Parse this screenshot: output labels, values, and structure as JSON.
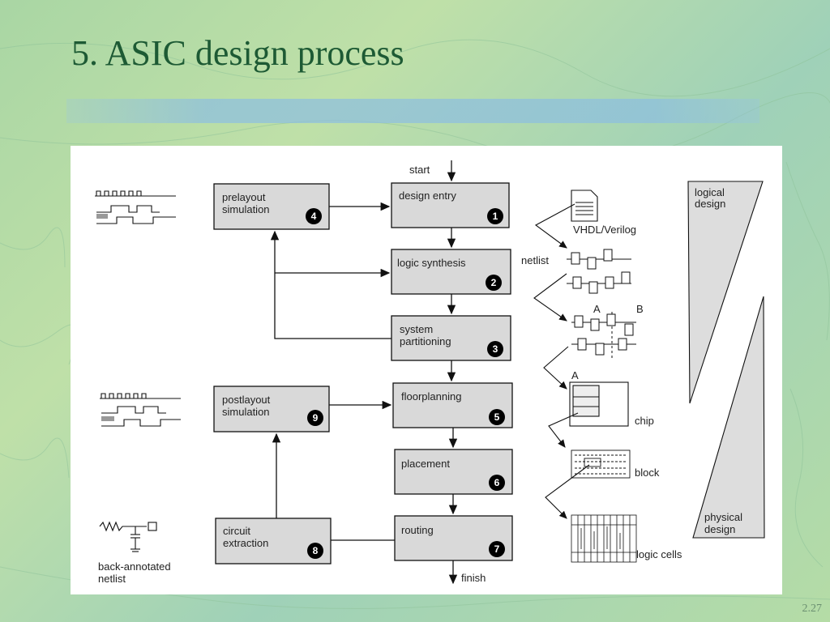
{
  "slide": {
    "title": "5. ASIC design process",
    "page_number": "2.27"
  },
  "diagram": {
    "start_label": "start",
    "finish_label": "finish",
    "steps": [
      {
        "num": "1",
        "line1": "design entry",
        "line2": ""
      },
      {
        "num": "2",
        "line1": "logic synthesis",
        "line2": ""
      },
      {
        "num": "3",
        "line1": "system",
        "line2": "partitioning"
      },
      {
        "num": "4",
        "line1": "prelayout",
        "line2": "simulation"
      },
      {
        "num": "5",
        "line1": "floorplanning",
        "line2": ""
      },
      {
        "num": "6",
        "line1": "placement",
        "line2": ""
      },
      {
        "num": "7",
        "line1": "routing",
        "line2": ""
      },
      {
        "num": "8",
        "line1": "circuit",
        "line2": "extraction"
      },
      {
        "num": "9",
        "line1": "postlayout",
        "line2": "simulation"
      }
    ],
    "right_labels": {
      "hdl": "VHDL/Verilog",
      "netlist": "netlist",
      "partition_a": "A",
      "partition_b": "B",
      "chip_a": "A",
      "chip": "chip",
      "block": "block",
      "logic_cells": "logic cells"
    },
    "triangles": {
      "logical_1": "logical",
      "logical_2": "design",
      "physical_1": "physical",
      "physical_2": "design"
    },
    "back_annotated_1": "back-annotated",
    "back_annotated_2": "netlist"
  }
}
